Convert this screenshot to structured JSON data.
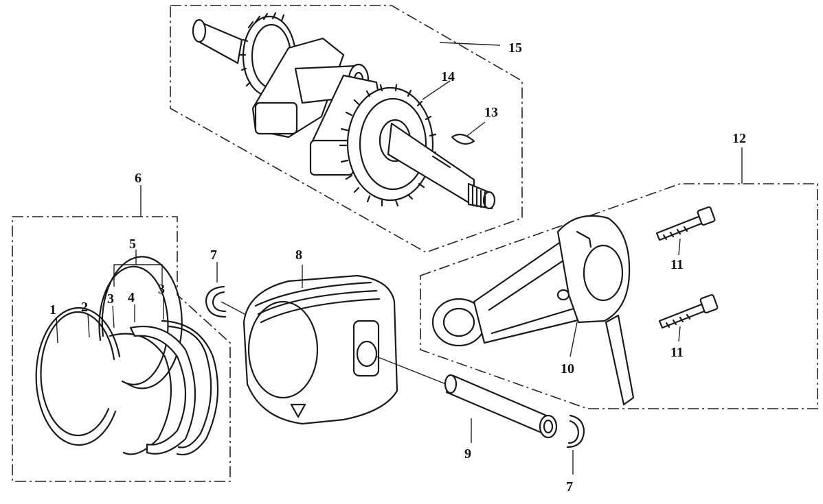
{
  "callouts": {
    "c1": "1",
    "c2": "2",
    "c3a": "3",
    "c4": "4",
    "c3b": "3",
    "c5": "5",
    "c6": "6",
    "c7a": "7",
    "c8": "8",
    "c9": "9",
    "c7b": "7",
    "c10": "10",
    "c11a": "11",
    "c11b": "11",
    "c12": "12",
    "c13": "13",
    "c14": "14",
    "c15": "15"
  },
  "parts": {
    "1": "piston-ring-top",
    "2": "piston-ring-second",
    "3": "oil-ring-side-rail",
    "4": "oil-ring-spacer",
    "5": "oil-ring-set",
    "6": "piston-ring-set",
    "7": "piston-pin-clip",
    "8": "piston",
    "9": "piston-pin",
    "10": "connecting-rod",
    "11": "connecting-rod-bolt",
    "12": "connecting-rod-assembly",
    "13": "woodruff-key",
    "14": "crankshaft-timing-gear",
    "15": "crankshaft-assembly"
  }
}
